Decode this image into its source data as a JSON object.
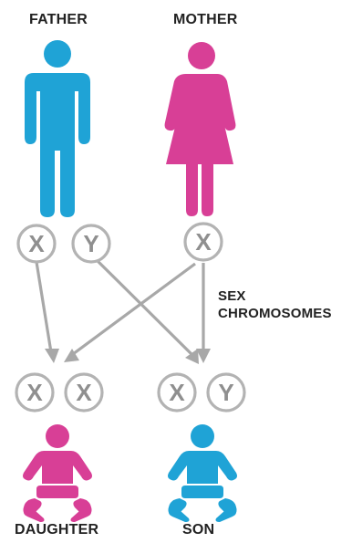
{
  "labels": {
    "father": "FATHER",
    "mother": "MOTHER",
    "sex_chromosomes_line1": "SEX",
    "sex_chromosomes_line2": "CHROMOSOMES",
    "daughter": "DAUGHTER",
    "son": "SON"
  },
  "chromosomes": {
    "father": [
      "X",
      "Y"
    ],
    "mother": [
      "X"
    ],
    "daughter": [
      "X",
      "X"
    ],
    "son": [
      "X",
      "Y"
    ]
  },
  "colors": {
    "male": "#1fa3d6",
    "female": "#d83f96",
    "circle_stroke": "#b3b3b3",
    "chromosome_letter": "#8f8f8f",
    "arrow": "#a8a8a8"
  },
  "icons": {
    "father": "man-icon",
    "mother": "woman-icon",
    "daughter": "baby-girl-icon",
    "son": "baby-boy-icon"
  }
}
